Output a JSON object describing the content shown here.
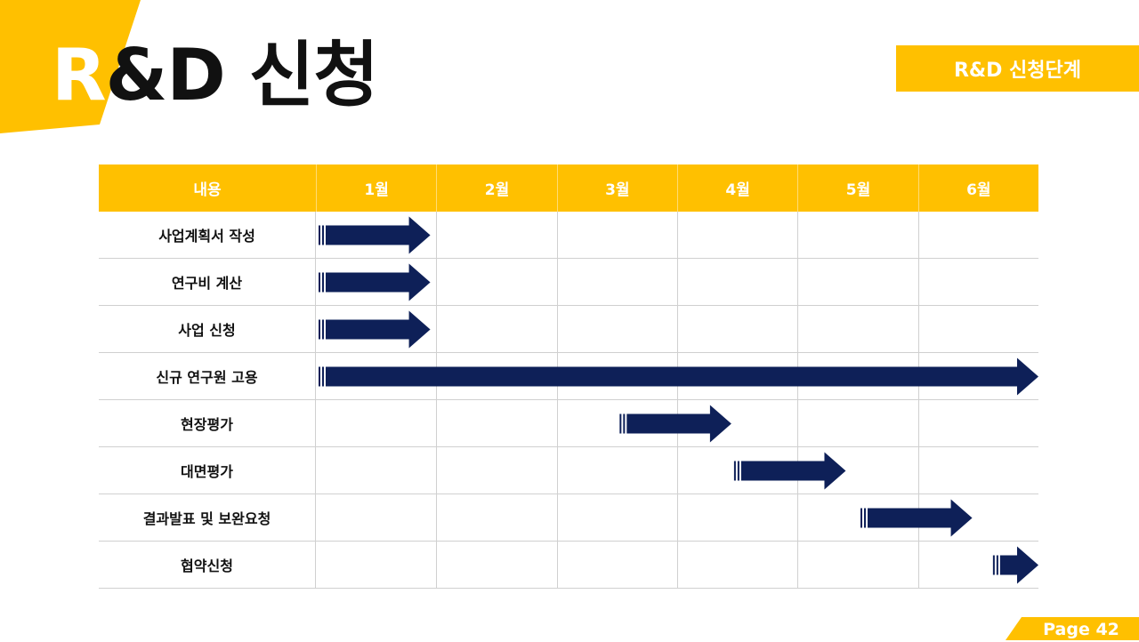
{
  "slide": {
    "title_first": "R",
    "title_rest": "&D 신청",
    "badge": "R&D 신청단계",
    "page": "Page 42"
  },
  "colors": {
    "accent": "#FFC000",
    "arrow": "#0E2058",
    "grid": "#D0D0D0"
  },
  "schedule": {
    "header": "내용",
    "months": [
      "1월",
      "2월",
      "3월",
      "4월",
      "5월",
      "6월"
    ],
    "rows": [
      {
        "label": "사업계획서 작성",
        "start": 1.0,
        "end": 1.95
      },
      {
        "label": "연구비 계산",
        "start": 1.0,
        "end": 1.95
      },
      {
        "label": "사업 신청",
        "start": 1.0,
        "end": 1.95
      },
      {
        "label": "신규 연구원 고용",
        "start": 1.0,
        "end": 7.0
      },
      {
        "label": "현장평가",
        "start": 3.5,
        "end": 4.45
      },
      {
        "label": "대면평가",
        "start": 4.45,
        "end": 5.4
      },
      {
        "label": "결과발표 및 보완요청",
        "start": 5.5,
        "end": 6.45
      },
      {
        "label": "협약신청",
        "start": 6.6,
        "end": 7.0
      }
    ]
  }
}
